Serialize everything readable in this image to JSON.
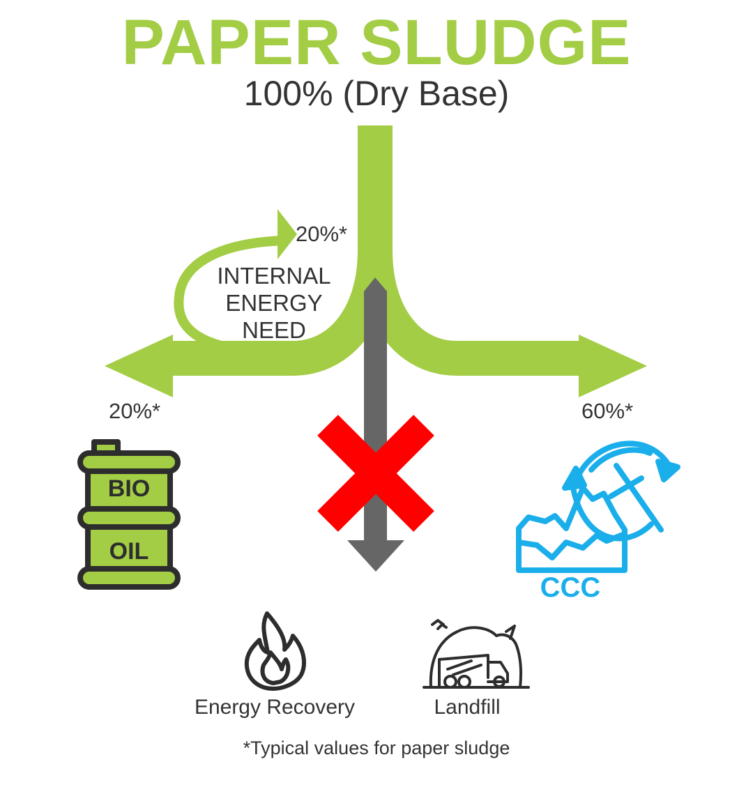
{
  "title": "PAPER SLUDGE",
  "subtitle": "100% (Dry Base)",
  "flows": {
    "internal": {
      "percent": "20%*",
      "label": "INTERNAL ENERGY NEED"
    },
    "bio_oil": {
      "percent": "20%*",
      "label_top": "BIO",
      "label_bottom": "OIL"
    },
    "ccc": {
      "percent": "60%*",
      "label": "CCC"
    }
  },
  "rejected": {
    "energy_recovery": "Energy Recovery",
    "landfill": "Landfill"
  },
  "footnote": "*Typical values for paper sludge",
  "colors": {
    "green": "#a3cd45",
    "dark_green": "#2d2d2d",
    "gray_arrow": "#666666",
    "red_x": "#ff0000",
    "blue": "#1aaeea",
    "text": "#333333"
  },
  "icons": [
    "bio-oil-barrel-icon",
    "ccc-mining-icon",
    "flame-icon",
    "landfill-truck-icon",
    "cross-icon"
  ]
}
